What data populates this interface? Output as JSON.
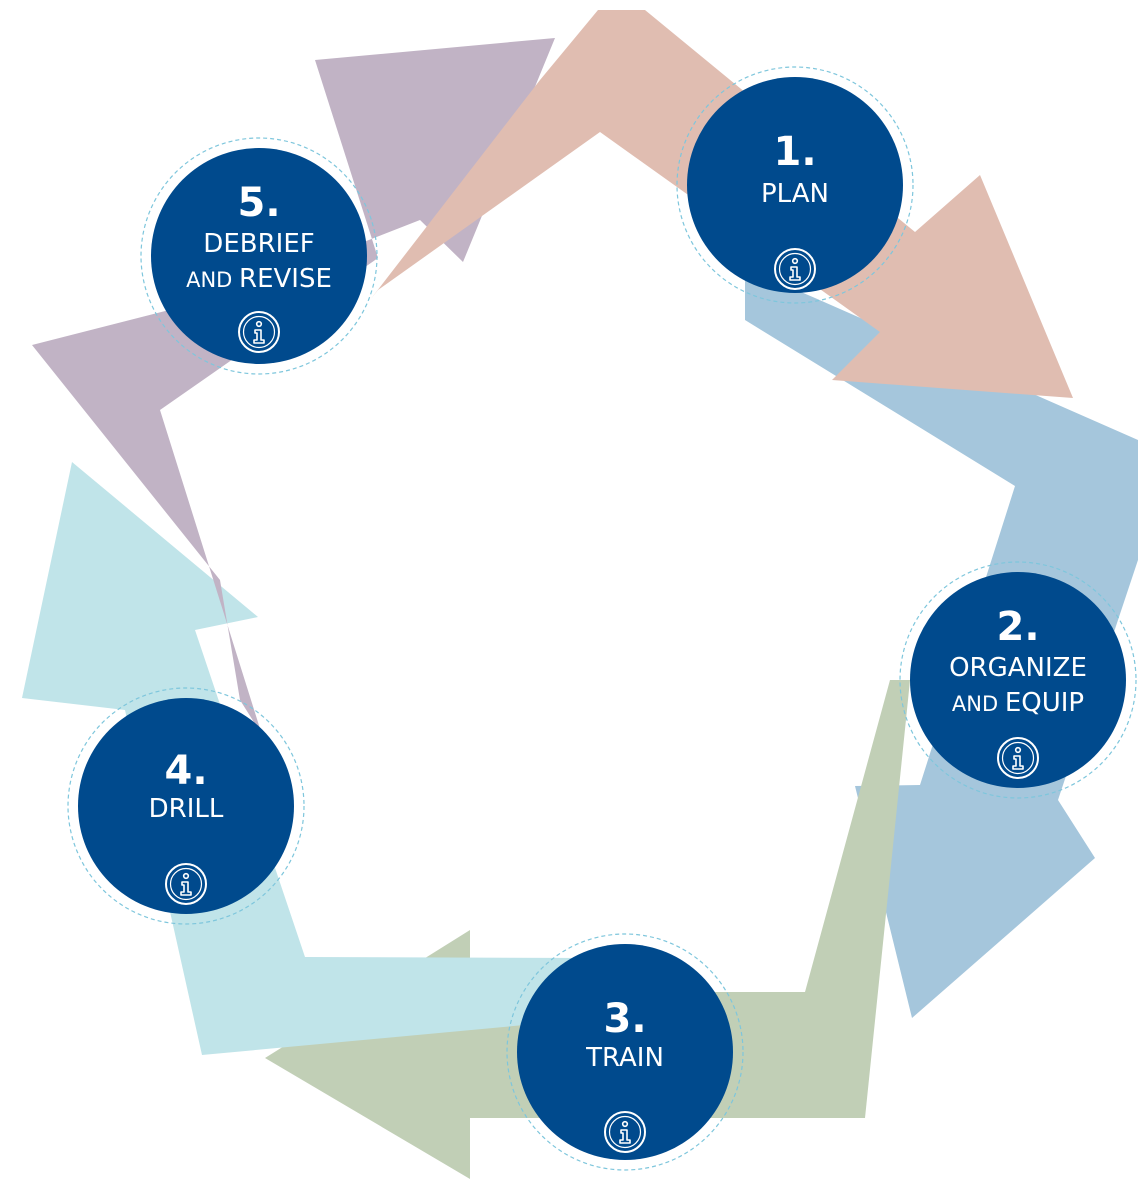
{
  "steps": [
    {
      "number": "1.",
      "line1": "PLAN",
      "line2_small": "",
      "line2_main": "",
      "icon": "info-icon",
      "arrow_color": "#e0bdb1"
    },
    {
      "number": "2.",
      "line1": "ORGANIZE",
      "line2_small": "AND ",
      "line2_main": "EQUIP",
      "icon": "info-icon",
      "arrow_color": "#a5c6dc"
    },
    {
      "number": "3.",
      "line1": "TRAIN",
      "line2_small": "",
      "line2_main": "",
      "icon": "info-icon",
      "arrow_color": "#c1cfb6"
    },
    {
      "number": "4.",
      "line1": "DRILL",
      "line2_small": "",
      "line2_main": "",
      "icon": "info-icon",
      "arrow_color": "#c0e4e9"
    },
    {
      "number": "5.",
      "line1": "DEBRIEF",
      "line2_small": "AND ",
      "line2_main": "REVISE",
      "icon": "info-icon",
      "arrow_color": "#c1b3c5"
    }
  ],
  "colors": {
    "circle_fill": "#004a8d",
    "halo_stroke": "#7ec6dc",
    "text": "#ffffff"
  }
}
